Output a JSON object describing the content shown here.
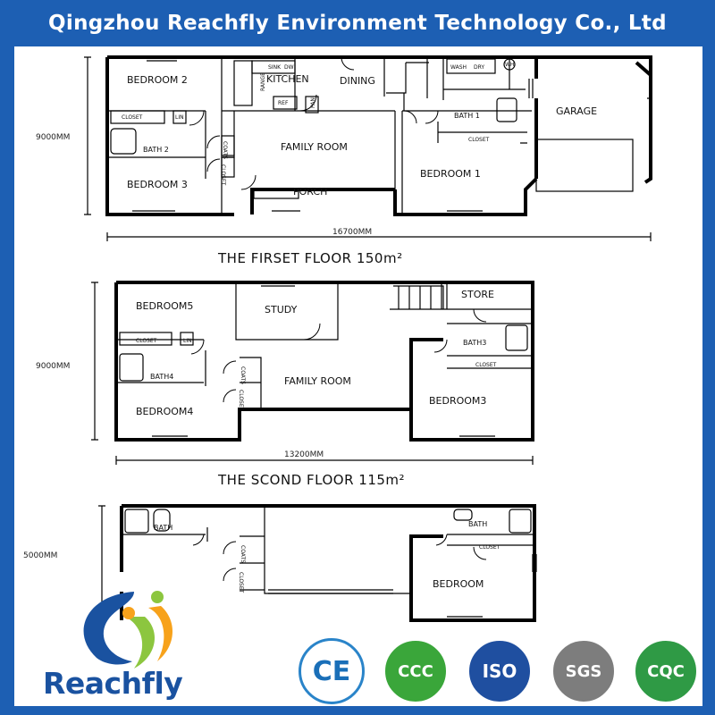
{
  "header": {
    "company": "Qingzhou Reachfly Environment Technology Co., Ltd"
  },
  "floor1": {
    "title": "THE FIRSET FLOOR 150m²",
    "dim_width": "16700MM",
    "dim_height": "9000MM",
    "rooms": {
      "bedroom2": "BEDROOM 2",
      "kitchen": "KITCHEN",
      "dining": "DINING",
      "garage": "GARAGE",
      "closet_a": "CLOSET",
      "lin": "LIN",
      "bath2": "BATH 2",
      "coats": "COATS",
      "family": "FAMILY ROOM",
      "bath1": "BATH 1",
      "closet_b": "CLOSET",
      "bedroom3": "BEDROOM 3",
      "closet_c": "CLOSET",
      "porch": "PORCH",
      "bedroom1": "BEDROOM 1",
      "sink": "SINK",
      "dw": "DW",
      "range": "RANGE",
      "ref": "REF",
      "pan": "PAN",
      "wash": "WASH",
      "dry": "DRY",
      "wh": "WH"
    }
  },
  "floor2": {
    "title": "THE SCOND FLOOR 115m²",
    "dim_width": "13200MM",
    "dim_height": "9000MM",
    "rooms": {
      "bedroom5": "BEDROOM5",
      "study": "STUDY",
      "store": "STORE",
      "closet_a": "CLOSET",
      "lin": "LIN",
      "bath3": "BATH3",
      "closet_b": "CLOSET",
      "bath4": "BATH4",
      "coats": "COATS",
      "family": "FAMILY ROOM",
      "bedroom4": "BEDROOM4",
      "closet_c": "CLOSET",
      "bedroom3": "BEDROOM3"
    }
  },
  "floor3": {
    "dim_height": "5000MM",
    "rooms": {
      "bath_left": "BATH",
      "bath_right": "BATH",
      "closet_b": "CLOSET",
      "coats": "COATS",
      "closet_c": "CLOSET",
      "bedroom": "BEDROOM"
    }
  },
  "brand": {
    "name": "Reachfly"
  },
  "certifications": [
    "CE",
    "CCC",
    "ISO",
    "SGS",
    "CQC"
  ],
  "colors": {
    "background": "#1d5fb3",
    "brand_blue": "#1a52a0",
    "accent_green": "#8cc63f",
    "accent_orange": "#f7a21b"
  }
}
